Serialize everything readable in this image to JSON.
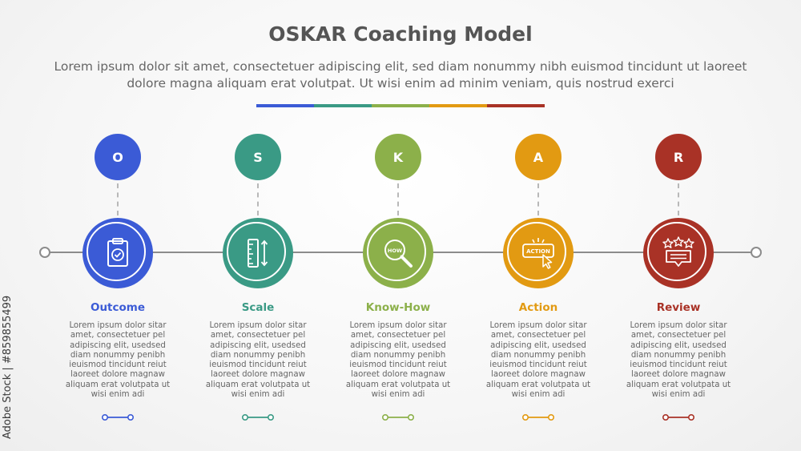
{
  "header": {
    "title": "OSKAR Coaching Model",
    "subtitle": "Lorem ipsum dolor sit amet, consectetuer adipiscing elit, sed diam nonummy nibh euismod tincidunt ut laoreet dolore magna aliquam erat volutpat. Ut wisi enim ad minim veniam, quis nostrud exerci"
  },
  "color_bar": [
    "#3b5bd6",
    "#3a9a85",
    "#8cb04a",
    "#e29a12",
    "#a93226"
  ],
  "steps": [
    {
      "letter": "O",
      "title": "Outcome",
      "color": "#3b5bd6",
      "icon": "clipboard-check-icon",
      "description": "Lorem ipsum dolor sitar amet, consectetuer pel adipiscing elit, usedsed diam nonummy penibh ieuismod tincidunt reiut laoreet dolore magnaw aliquam erat volutpata ut wisi enim adi"
    },
    {
      "letter": "S",
      "title": "Scale",
      "color": "#3a9a85",
      "icon": "ruler-scale-icon",
      "description": "Lorem ipsum dolor sitar amet, consectetuer pel adipiscing elit, usedsed diam nonummy penibh ieuismod tincidunt reiut laoreet dolore magnaw aliquam erat volutpata ut wisi enim adi"
    },
    {
      "letter": "K",
      "title": "Know-How",
      "color": "#8cb04a",
      "icon": "how-magnifier-icon",
      "icon_text": "HOW",
      "description": "Lorem ipsum dolor sitar amet, consectetuer pel adipiscing elit, usedsed diam nonummy penibh ieuismod tincidunt reiut laoreet dolore magnaw aliquam erat volutpata ut wisi enim adi"
    },
    {
      "letter": "A",
      "title": "Action",
      "color": "#e29a12",
      "icon": "action-button-icon",
      "icon_text": "ACTION",
      "description": "Lorem ipsum dolor sitar amet, consectetuer pel adipiscing elit, usedsed diam nonummy penibh ieuismod tincidunt reiut laoreet dolore magnaw aliquam erat volutpata ut wisi enim adi"
    },
    {
      "letter": "R",
      "title": "Review",
      "color": "#a93226",
      "icon": "review-stars-icon",
      "description": "Lorem ipsum dolor sitar amet, consectetuer pel adipiscing elit, usedsed diam nonummy penibh ieuismod tincidunt reiut laoreet dolore magnaw aliquam erat volutpata ut wisi enim adi"
    }
  ],
  "watermark": {
    "text": "Adobe Stock | #859855499"
  }
}
